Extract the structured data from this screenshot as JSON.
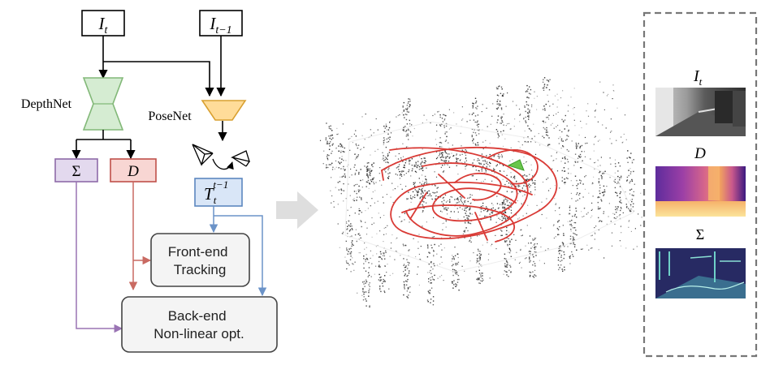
{
  "inputs": {
    "current_frame": {
      "base": "I",
      "sub": "t"
    },
    "previous_frame": {
      "base": "I",
      "sub": "t−1"
    }
  },
  "networks": {
    "depth": "DepthNet",
    "pose": "PoseNet"
  },
  "outputs": {
    "uncertainty": "Σ",
    "depth": "D",
    "pose": {
      "base": "T",
      "sub": "t",
      "sup": "t−1"
    }
  },
  "modules": {
    "frontend": [
      "Front-end",
      "Tracking"
    ],
    "backend": [
      "Back-end",
      "Non-linear opt."
    ]
  },
  "panel": {
    "image_label": {
      "base": "I",
      "sub": "t"
    },
    "depth_label": "D",
    "uncertainty_label": "Σ"
  },
  "colors": {
    "depthnet_fill": "#d5ecd2",
    "depthnet_stroke": "#82b878",
    "posenet_fill": "#ffdc99",
    "posenet_stroke": "#d9a030",
    "sigma_fill": "#e3d9ee",
    "sigma_stroke": "#8e6aa8",
    "depth_fill": "#f8d6d3",
    "depth_stroke": "#c0504a",
    "pose_fill": "#d9e6f7",
    "pose_stroke": "#5c87c0",
    "trajectory": "#d93a35"
  }
}
